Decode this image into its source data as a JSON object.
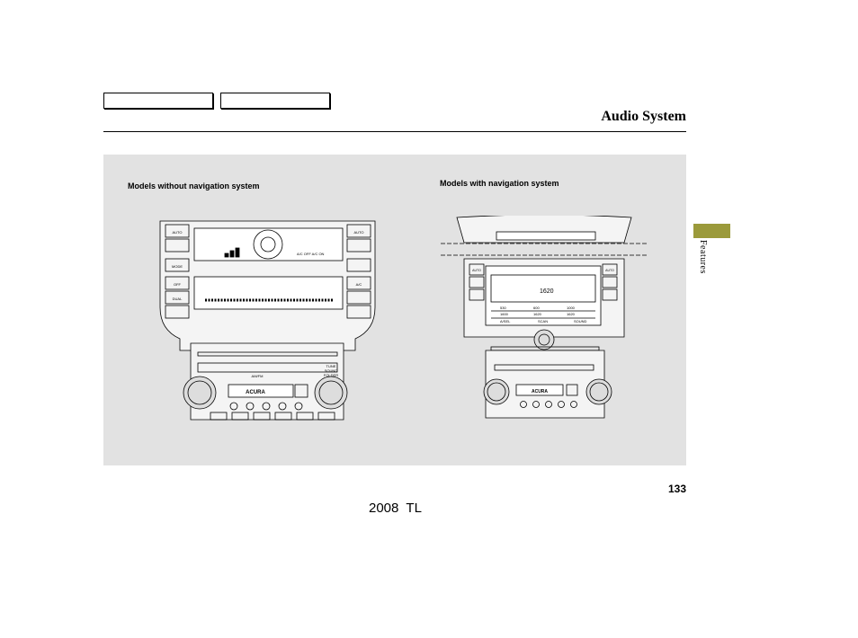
{
  "header": {
    "nav_tabs": [
      "",
      ""
    ],
    "title": "Audio System"
  },
  "figure": {
    "caption_left": "Models without navigation system",
    "caption_right": "Models with navigation system",
    "left_panel": {
      "brand": "ACURA",
      "climate_buttons": [
        "AUTO",
        "MODE",
        "OFF",
        "DUAL",
        "AUTO",
        "A/C"
      ],
      "audio_buttons": [
        "AM/FM",
        "TUNE",
        "SOUND",
        "FOLDER"
      ],
      "display_text": "A/C OFF A/C ON"
    },
    "right_panel": {
      "brand": "ACURA",
      "screen_freq": "1620",
      "preset_rows": [
        [
          "A/SEL",
          "SCAN",
          "SOUND"
        ]
      ],
      "presets": [
        "530",
        "600",
        "1000",
        "1600",
        "1620",
        "1620"
      ],
      "climate_buttons": [
        "AUTO",
        "AUTO"
      ]
    }
  },
  "sidebar": {
    "section": "Features"
  },
  "footer": {
    "page_number": "133",
    "model": "2008  TL"
  },
  "colors": {
    "figure_bg": "#e2e2e2",
    "side_tab": "#9b9a3b"
  }
}
